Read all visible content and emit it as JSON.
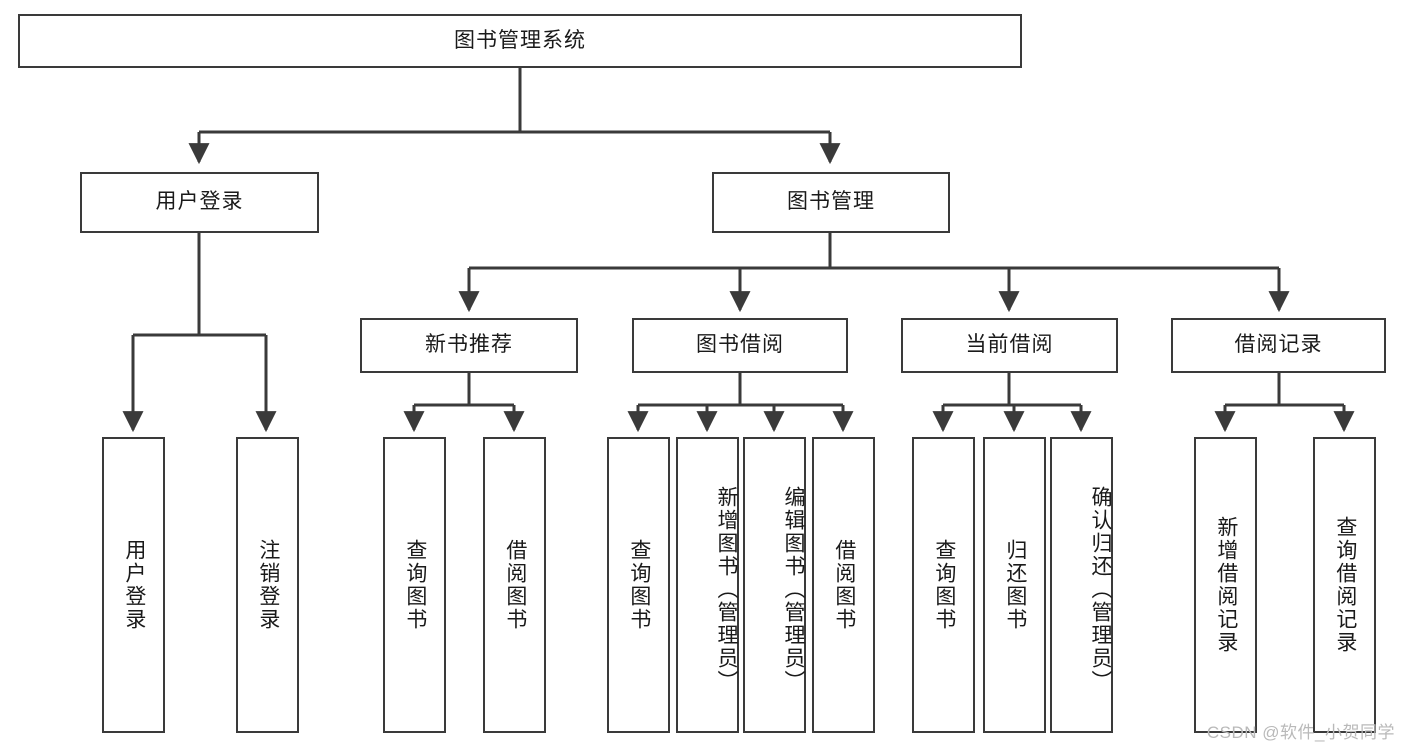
{
  "diagram": {
    "title": "图书管理系统",
    "watermark": "CSDN @软件_小贺同学",
    "colors": {
      "border": "#3a3a3a",
      "background": "#ffffff",
      "text": "#1a1a1a",
      "watermark": "#b9b9b9"
    },
    "nodes": {
      "root": {
        "label": "图书管理系统"
      },
      "user_login": {
        "label": "用户登录"
      },
      "book_manage": {
        "label": "图书管理"
      },
      "new_book_rec": {
        "label": "新书推荐"
      },
      "book_borrow": {
        "label": "图书借阅"
      },
      "current_borrow": {
        "label": "当前借阅"
      },
      "borrow_record": {
        "label": "借阅记录"
      },
      "leaf_user_login": {
        "label": "用户登录"
      },
      "leaf_logout": {
        "label": "注销登录"
      },
      "leaf_query_book_1": {
        "label": "查询图书"
      },
      "leaf_borrow_book_1": {
        "label": "借阅图书"
      },
      "leaf_query_book_2": {
        "label": "查询图书"
      },
      "leaf_add_book": {
        "label": "新增图书（管理员）"
      },
      "leaf_edit_book": {
        "label": "编辑图书（管理员）"
      },
      "leaf_borrow_book_2": {
        "label": "借阅图书"
      },
      "leaf_query_book_3": {
        "label": "查询图书"
      },
      "leaf_return_book": {
        "label": "归还图书"
      },
      "leaf_confirm_return": {
        "label": "确认归还（管理员）"
      },
      "leaf_add_record": {
        "label": "新增借阅记录"
      },
      "leaf_query_record": {
        "label": "查询借阅记录"
      }
    }
  }
}
